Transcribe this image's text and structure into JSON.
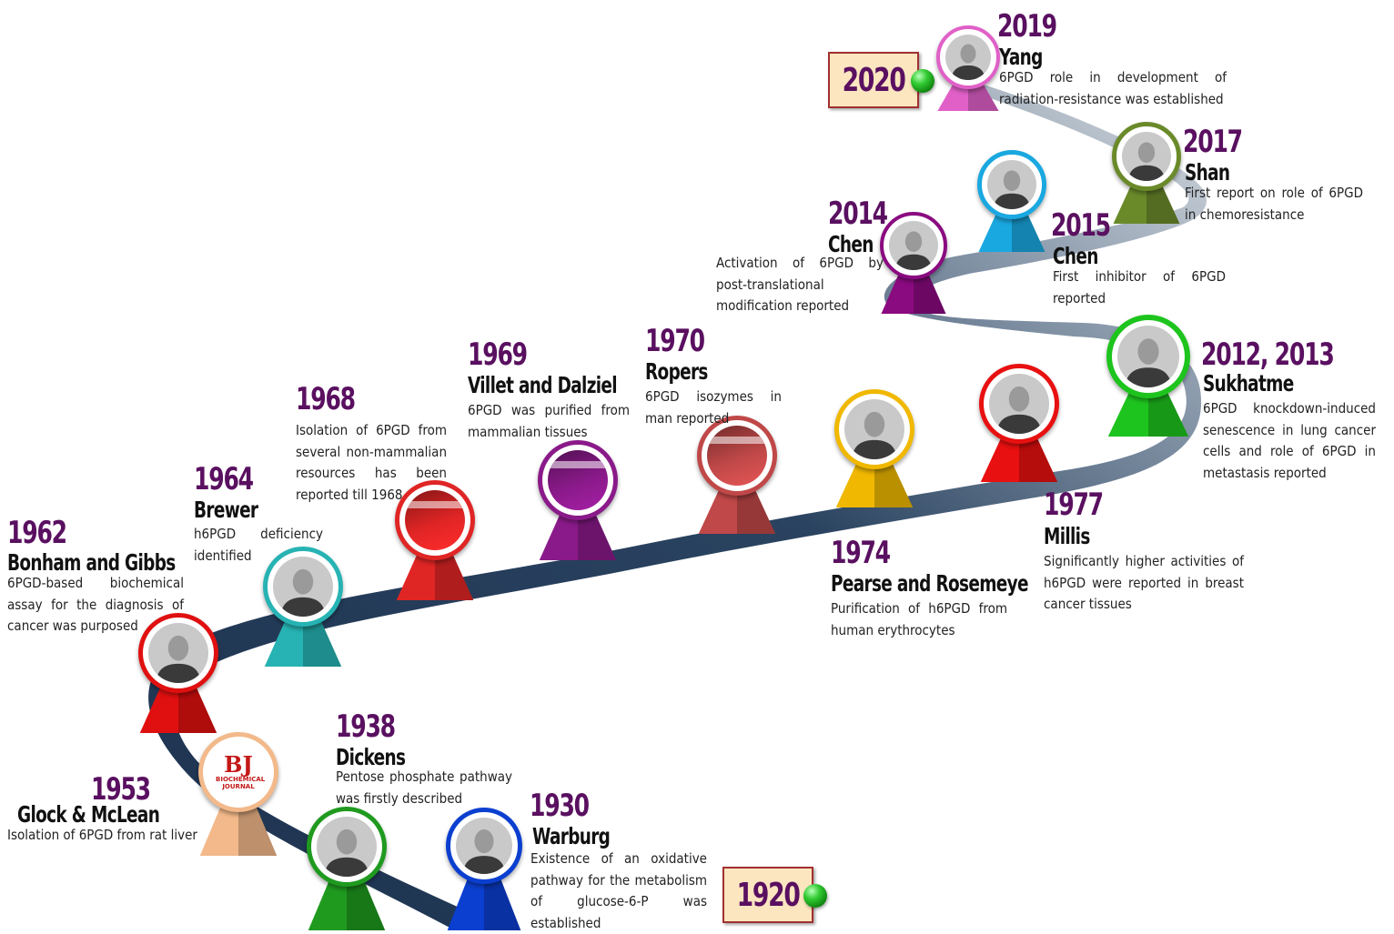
{
  "start_label": "1920",
  "end_label": "2020",
  "events": [
    {
      "year": "1930",
      "name": "Warburg",
      "desc": "Existence of an oxidative pathway for the metabolism of glucose-6-P was established",
      "color": "#0b3fd0",
      "icon": "portrait-photo-icon"
    },
    {
      "year": "1938",
      "name": "Dickens",
      "desc": "Pentose phosphate pathway was firstly described",
      "color": "#1f9a1f",
      "icon": "portrait-photo-icon"
    },
    {
      "year": "1953",
      "name": "Glock  & McLean",
      "desc": "Isolation of 6PGD from rat liver",
      "color": "#f3b98a",
      "icon": "journal-logo-icon",
      "logo_main": "BJ",
      "logo_sub": "BIOCHEMICAL JOURNAL"
    },
    {
      "year": "1962",
      "name": "Bonham and Gibbs",
      "desc": "6PGD-based biochemical assay for the diagnosis of cancer was purposed",
      "color": "#e01010",
      "icon": "portrait-photo-icon"
    },
    {
      "year": "1964",
      "name": "Brewer",
      "desc": "h6PGD deficiency identified",
      "color": "#27b3b3",
      "icon": "portrait-photo-icon"
    },
    {
      "year": "1968",
      "name": "",
      "desc": "Isolation of 6PGD from several non-mammalian resources has been reported till 1968",
      "color": "#e02525",
      "icon": "journal-cover-icon"
    },
    {
      "year": "1969",
      "name": "Villet and Dalziel",
      "desc": "6PGD was purified from mammalian tissues",
      "color": "#8a1a8a",
      "icon": "journal-cover-icon"
    },
    {
      "year": "1970",
      "name": "Ropers",
      "desc": "6PGD isozymes in man reported",
      "color": "#c04848",
      "icon": "journal-cover-icon"
    },
    {
      "year": "1974",
      "name": "Pearse and Rosemeye",
      "desc": "Purification of h6PGD from human erythrocytes",
      "color": "#f0b800",
      "icon": "portrait-photo-icon"
    },
    {
      "year": "1977",
      "name": "Millis",
      "desc": "Significantly higher activities of h6PGD were reported in breast cancer tissues",
      "color": "#e81010",
      "icon": "portrait-photo-icon"
    },
    {
      "year": "2012, 2013",
      "name": "Sukhatme",
      "desc": "6PGD knockdown-induced senescence in lung cancer cells and role of 6PGD in metastasis reported",
      "color": "#1ec41e",
      "icon": "portrait-photo-icon"
    },
    {
      "year": "2014",
      "name": "Chen",
      "desc": "Activation of 6PGD by post-translational modification reported",
      "color": "#8a0a80",
      "icon": "portrait-photo-icon"
    },
    {
      "year": "2015",
      "name": "Chen",
      "desc": "First inhibitor of 6PGD reported",
      "color": "#1aa8e0",
      "icon": "portrait-photo-icon"
    },
    {
      "year": "2017",
      "name": "Shan",
      "desc": "First report on role of 6PGD in chemoresistance",
      "color": "#6a8a2a",
      "icon": "portrait-photo-icon"
    },
    {
      "year": "2019",
      "name": "Yang",
      "desc": "6PGD role in development of radiation-resistance was established",
      "color": "#e060c8",
      "icon": "portrait-photo-icon"
    }
  ]
}
